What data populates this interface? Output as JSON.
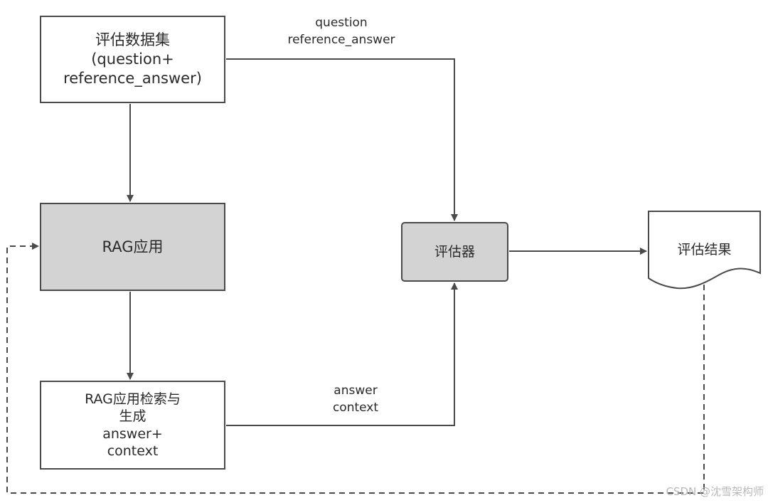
{
  "nodes": {
    "dataset": {
      "lines": [
        "评估数据集",
        "(question+",
        "reference_answer)"
      ]
    },
    "rag_app": {
      "label": "RAG应用"
    },
    "retrieval": {
      "lines": [
        "RAG应用检索与",
        "生成",
        "answer+",
        "context"
      ]
    },
    "evaluator": {
      "label": "评估器"
    },
    "result": {
      "label": "评估结果"
    }
  },
  "edge_labels": {
    "dataset_to_evaluator": [
      "question",
      "reference_answer"
    ],
    "retrieval_to_evaluator": [
      "answer",
      "context"
    ]
  },
  "watermark": "CSDN @沈雪架构师",
  "colors": {
    "stroke": "#4a4a4a",
    "gray_fill": "#d3d3d3",
    "text": "#2a2a2a"
  }
}
